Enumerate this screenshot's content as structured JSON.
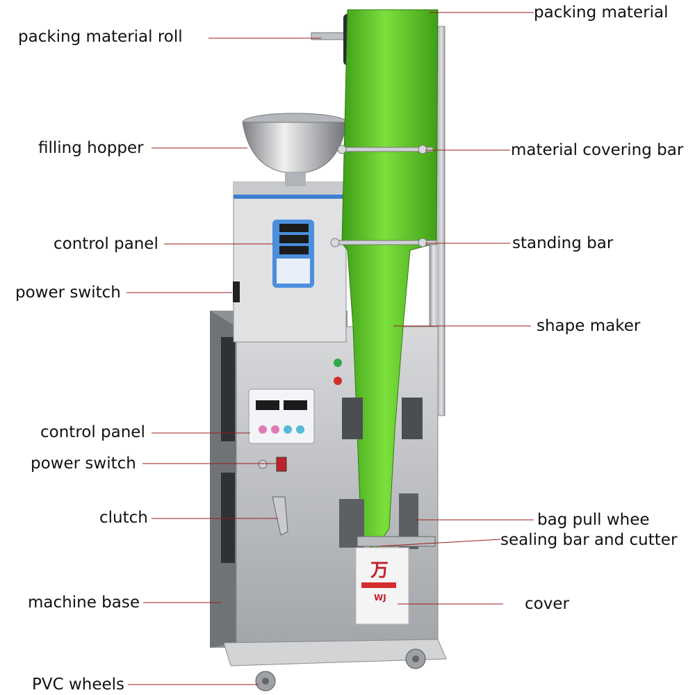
{
  "labels_left": [
    {
      "id": "packing-material-roll",
      "text": "packing material roll"
    },
    {
      "id": "filling-hopper",
      "text": "filling hopper"
    },
    {
      "id": "control-panel-upper",
      "text": "control panel"
    },
    {
      "id": "power-switch-upper",
      "text": "power switch"
    },
    {
      "id": "control-panel-lower",
      "text": "control panel"
    },
    {
      "id": "power-switch-lower",
      "text": "power switch"
    },
    {
      "id": "clutch",
      "text": "clutch"
    },
    {
      "id": "machine-base",
      "text": "machine base"
    },
    {
      "id": "pvc-wheels",
      "text": "PVC wheels"
    }
  ],
  "labels_right": [
    {
      "id": "packing-material",
      "text": "packing material"
    },
    {
      "id": "material-covering-bar",
      "text": "material covering bar"
    },
    {
      "id": "standing-bar",
      "text": "standing bar"
    },
    {
      "id": "shape-maker",
      "text": "shape maker"
    },
    {
      "id": "bag-pull-wheel",
      "text": "bag pull whee"
    },
    {
      "id": "sealing-bar-and-cutter",
      "text": "sealing bar and cutter"
    },
    {
      "id": "cover",
      "text": "cover"
    }
  ],
  "bag_text": {
    "brand": "万",
    "code": "WJ"
  },
  "colors": {
    "leader_line": "#9b1b1b",
    "film_green": "#5fcf2a",
    "steel": "#c9c9c9"
  }
}
